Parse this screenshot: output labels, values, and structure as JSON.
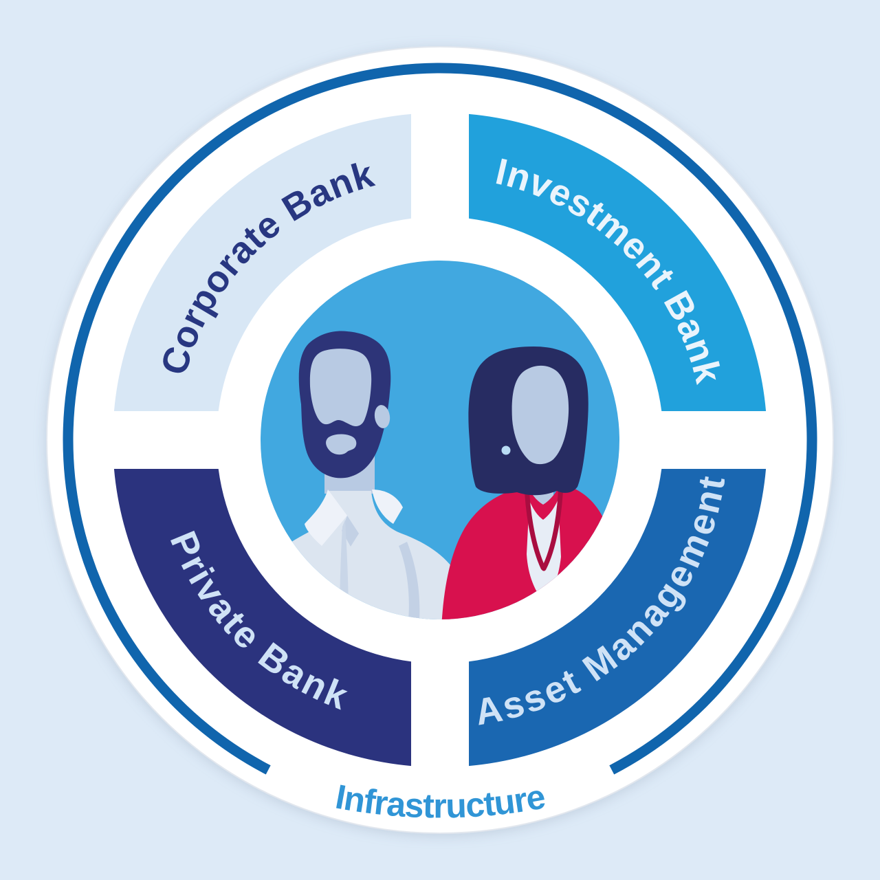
{
  "background_color": "#ddeaf7",
  "diagram": {
    "type": "circular-divisions-wheel",
    "segments": [
      {
        "id": "corporate-bank",
        "label": "Corporate Bank",
        "position": "top-left",
        "fill": "#d8e7f5",
        "label_color": "#283781"
      },
      {
        "id": "investment-bank",
        "label": "Investment Bank",
        "position": "top-right",
        "fill": "#21a1dc",
        "label_color": "#eaf4fc"
      },
      {
        "id": "private-bank",
        "label": "Private Bank",
        "position": "bottom-left",
        "fill": "#2b337e",
        "label_color": "#cfe2f6"
      },
      {
        "id": "asset-management",
        "label": "Asset Management",
        "position": "bottom-right",
        "fill": "#1a67b1",
        "label_color": "#cfe2f6"
      }
    ],
    "outer_ring": {
      "label": "Infrastructure",
      "label_color": "#3095d6",
      "ring_color": "#1065ad",
      "disc_color": "#ffffff"
    },
    "center": {
      "illustration": "two-professionals-man-and-woman",
      "background": "#41a8e0",
      "palette": {
        "skin": "#b8cae3",
        "man_hair": "#2d3478",
        "man_shirt": "#dce5f0",
        "collar": "#eef2f9",
        "shirt_shadow": "#c3d1e5",
        "placket_shadow": "#c9d6e8",
        "woman_hair": "#272c62",
        "blazer": "#d8114e",
        "blazer_shadow": "#a90d40",
        "blouse": "#e7edf6",
        "neck_shadow": "#3c80c3",
        "earring": "#b9dcf4"
      }
    }
  }
}
